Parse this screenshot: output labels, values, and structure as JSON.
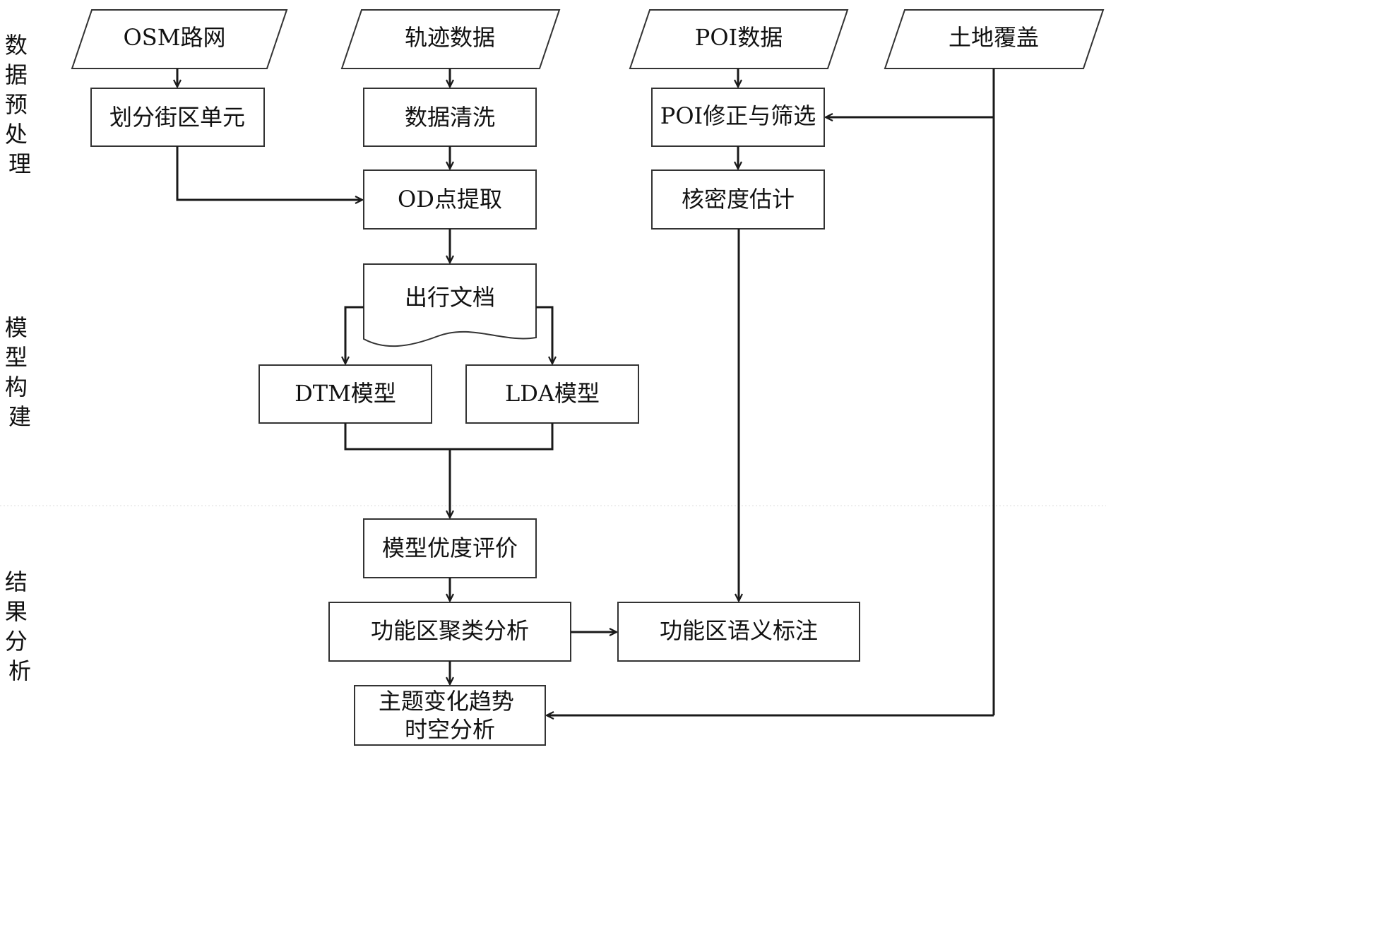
{
  "stages": [
    "数据预处理",
    "模型构建",
    "结果分析"
  ],
  "nodes": {
    "osm_network": "OSM路网",
    "trajectory_data": "轨迹数据",
    "poi_data": "POI数据",
    "land_cover": "土地覆盖",
    "divide_blocks": "划分街区单元",
    "data_cleaning": "数据清洗",
    "poi_correction": "POI修正与筛选",
    "od_extraction": "OD点提取",
    "kde": "核密度估计",
    "travel_document": "出行文档",
    "dtm_model": "DTM模型",
    "lda_model": "LDA模型",
    "model_evaluation": "模型优度评价",
    "cluster_analysis": "功能区聚类分析",
    "semantic_annotation": "功能区语义标注",
    "trend_analysis": [
      "主题变化趋势",
      "时空分析"
    ]
  }
}
